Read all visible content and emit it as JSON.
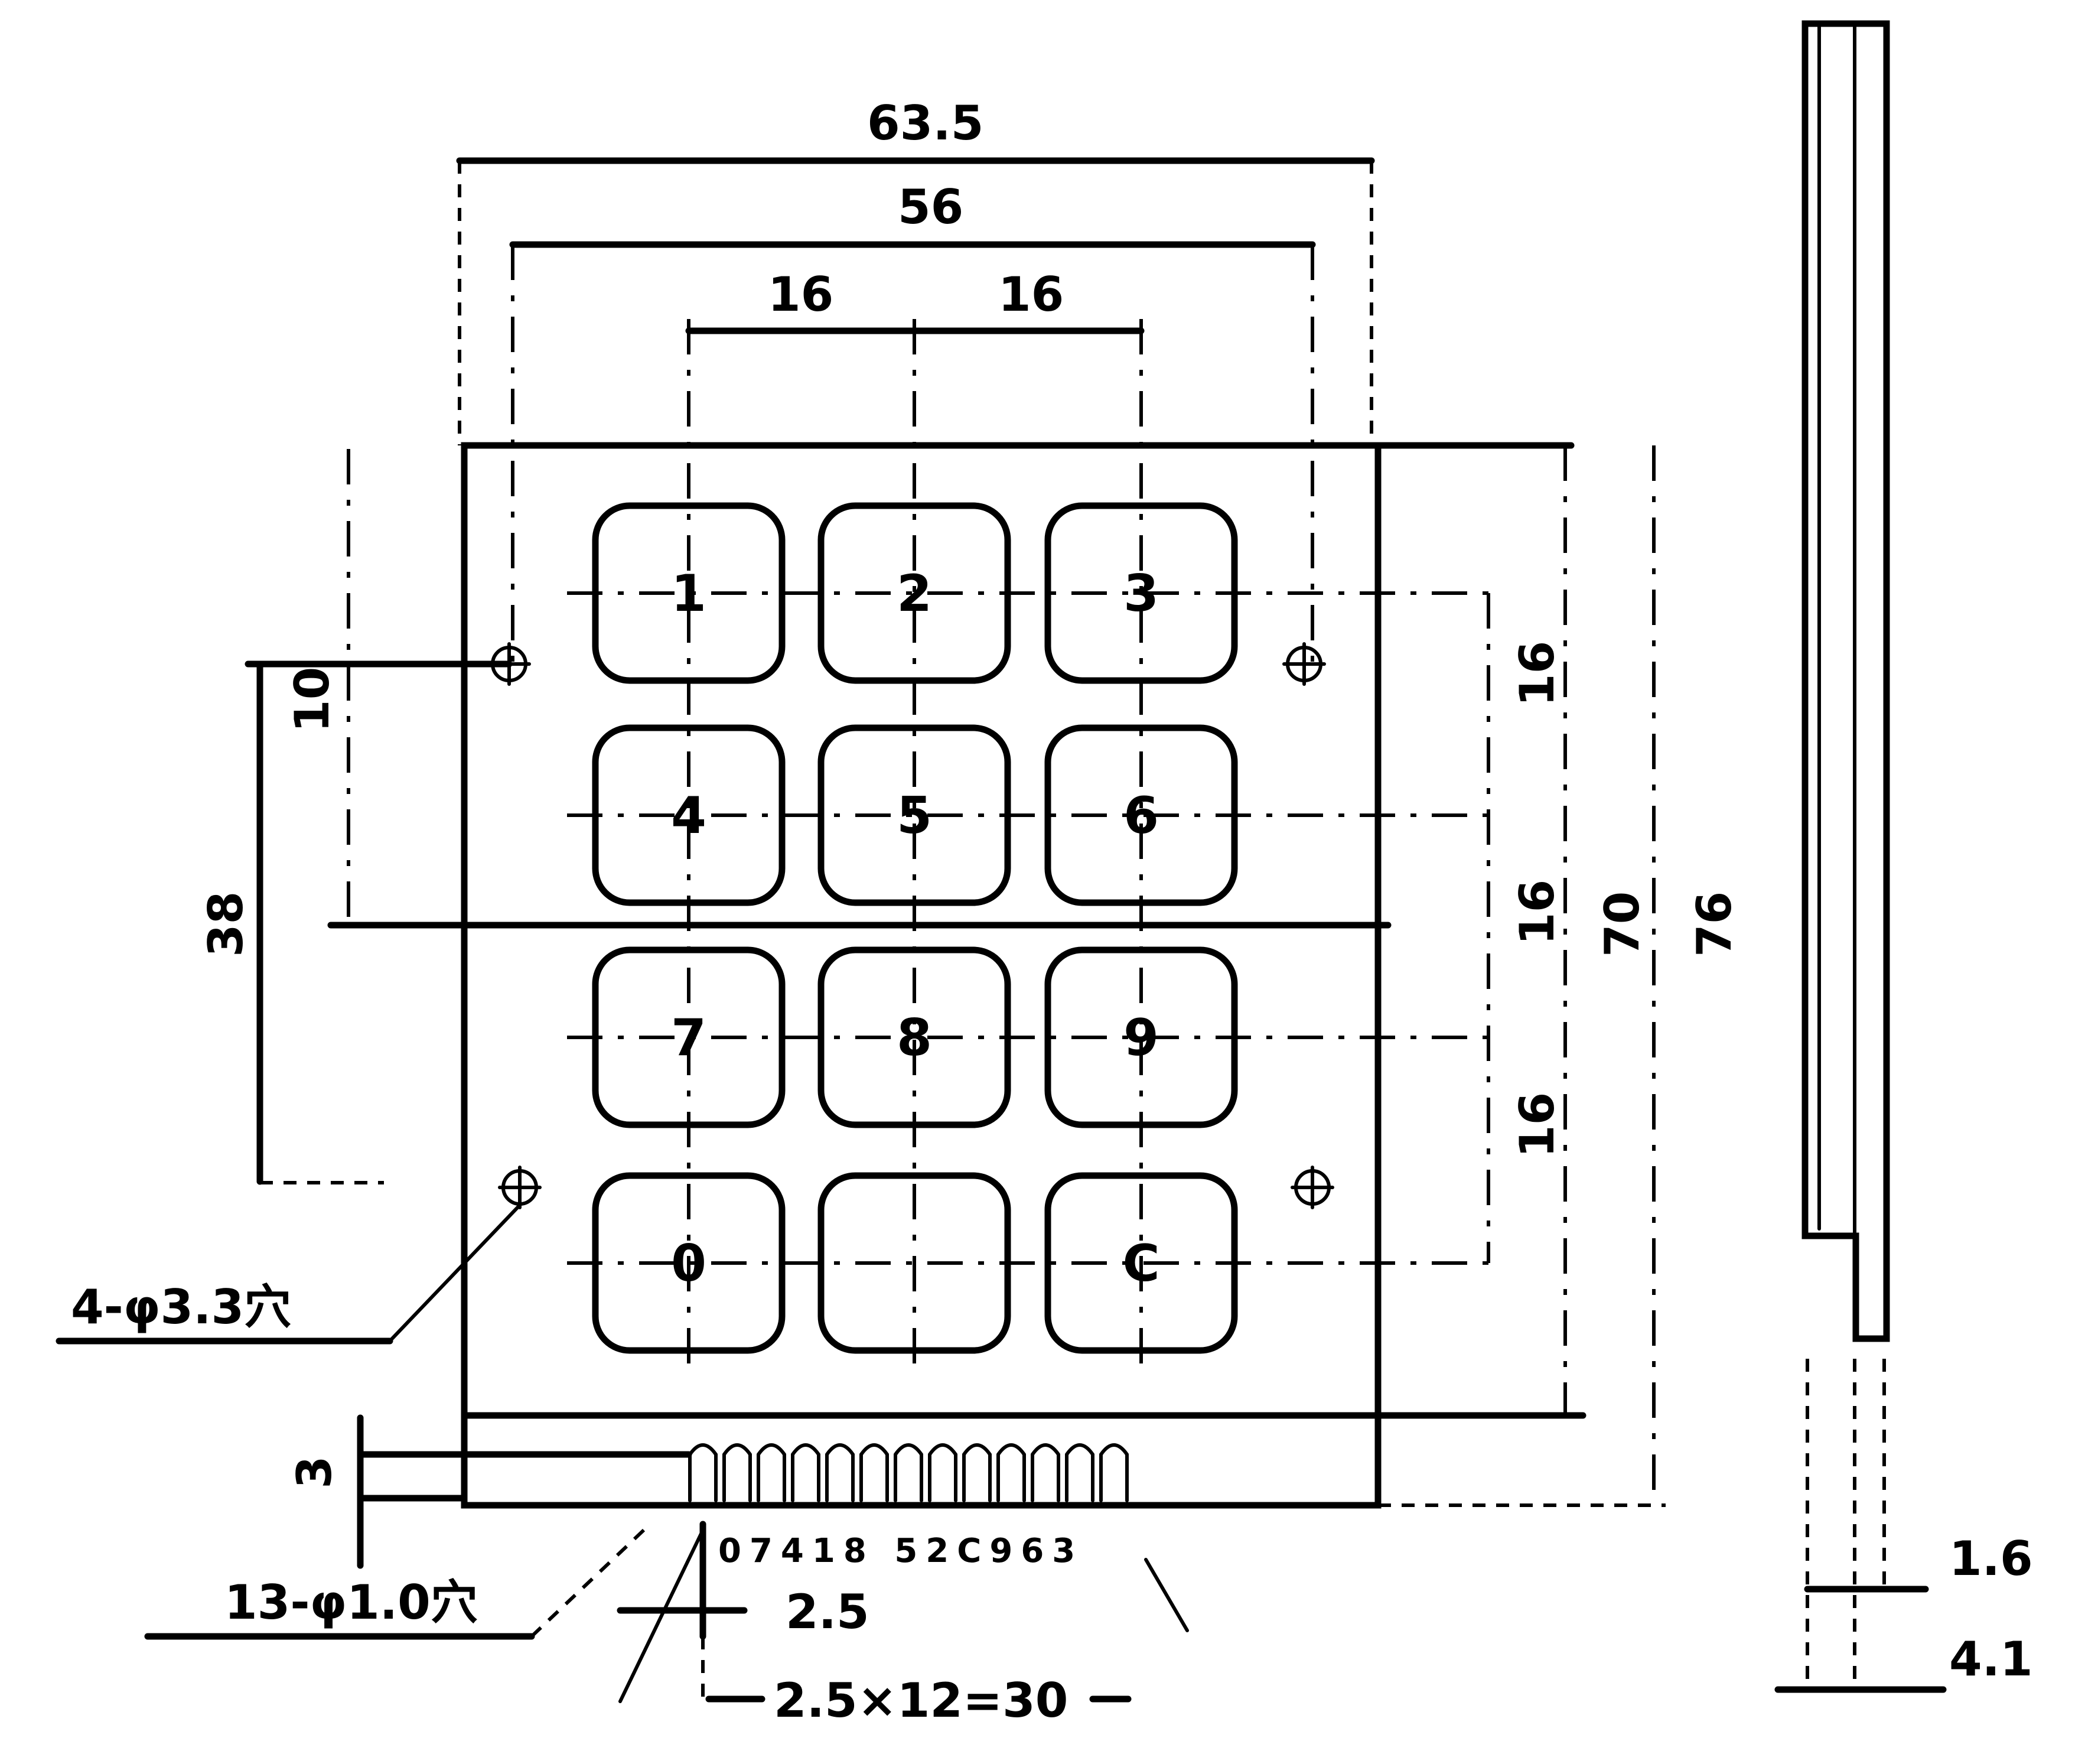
{
  "keys": [
    "1",
    "2",
    "3",
    "4",
    "5",
    "6",
    "7",
    "8",
    "9",
    "0",
    "",
    "C"
  ],
  "dimensions": {
    "overall_width": "63.5",
    "hole_spacing_x": "56",
    "key_pitch_left": "16",
    "key_pitch_right": "16",
    "row_pitch_1": "16",
    "row_pitch_2": "16",
    "row_pitch_3": "16",
    "height_inner": "70",
    "height_overall": "76",
    "left_offset": "10",
    "left_span": "38",
    "bottom_strip": "3",
    "pin_pitch": "2.5",
    "pin_span": "2.5×12=30",
    "thickness_board": "1.6",
    "thickness_total": "4.1"
  },
  "notes": {
    "mount_holes": "4-φ3.3穴",
    "pin_holes": "13-φ1.0穴"
  },
  "pin_order": "07418 52C963"
}
